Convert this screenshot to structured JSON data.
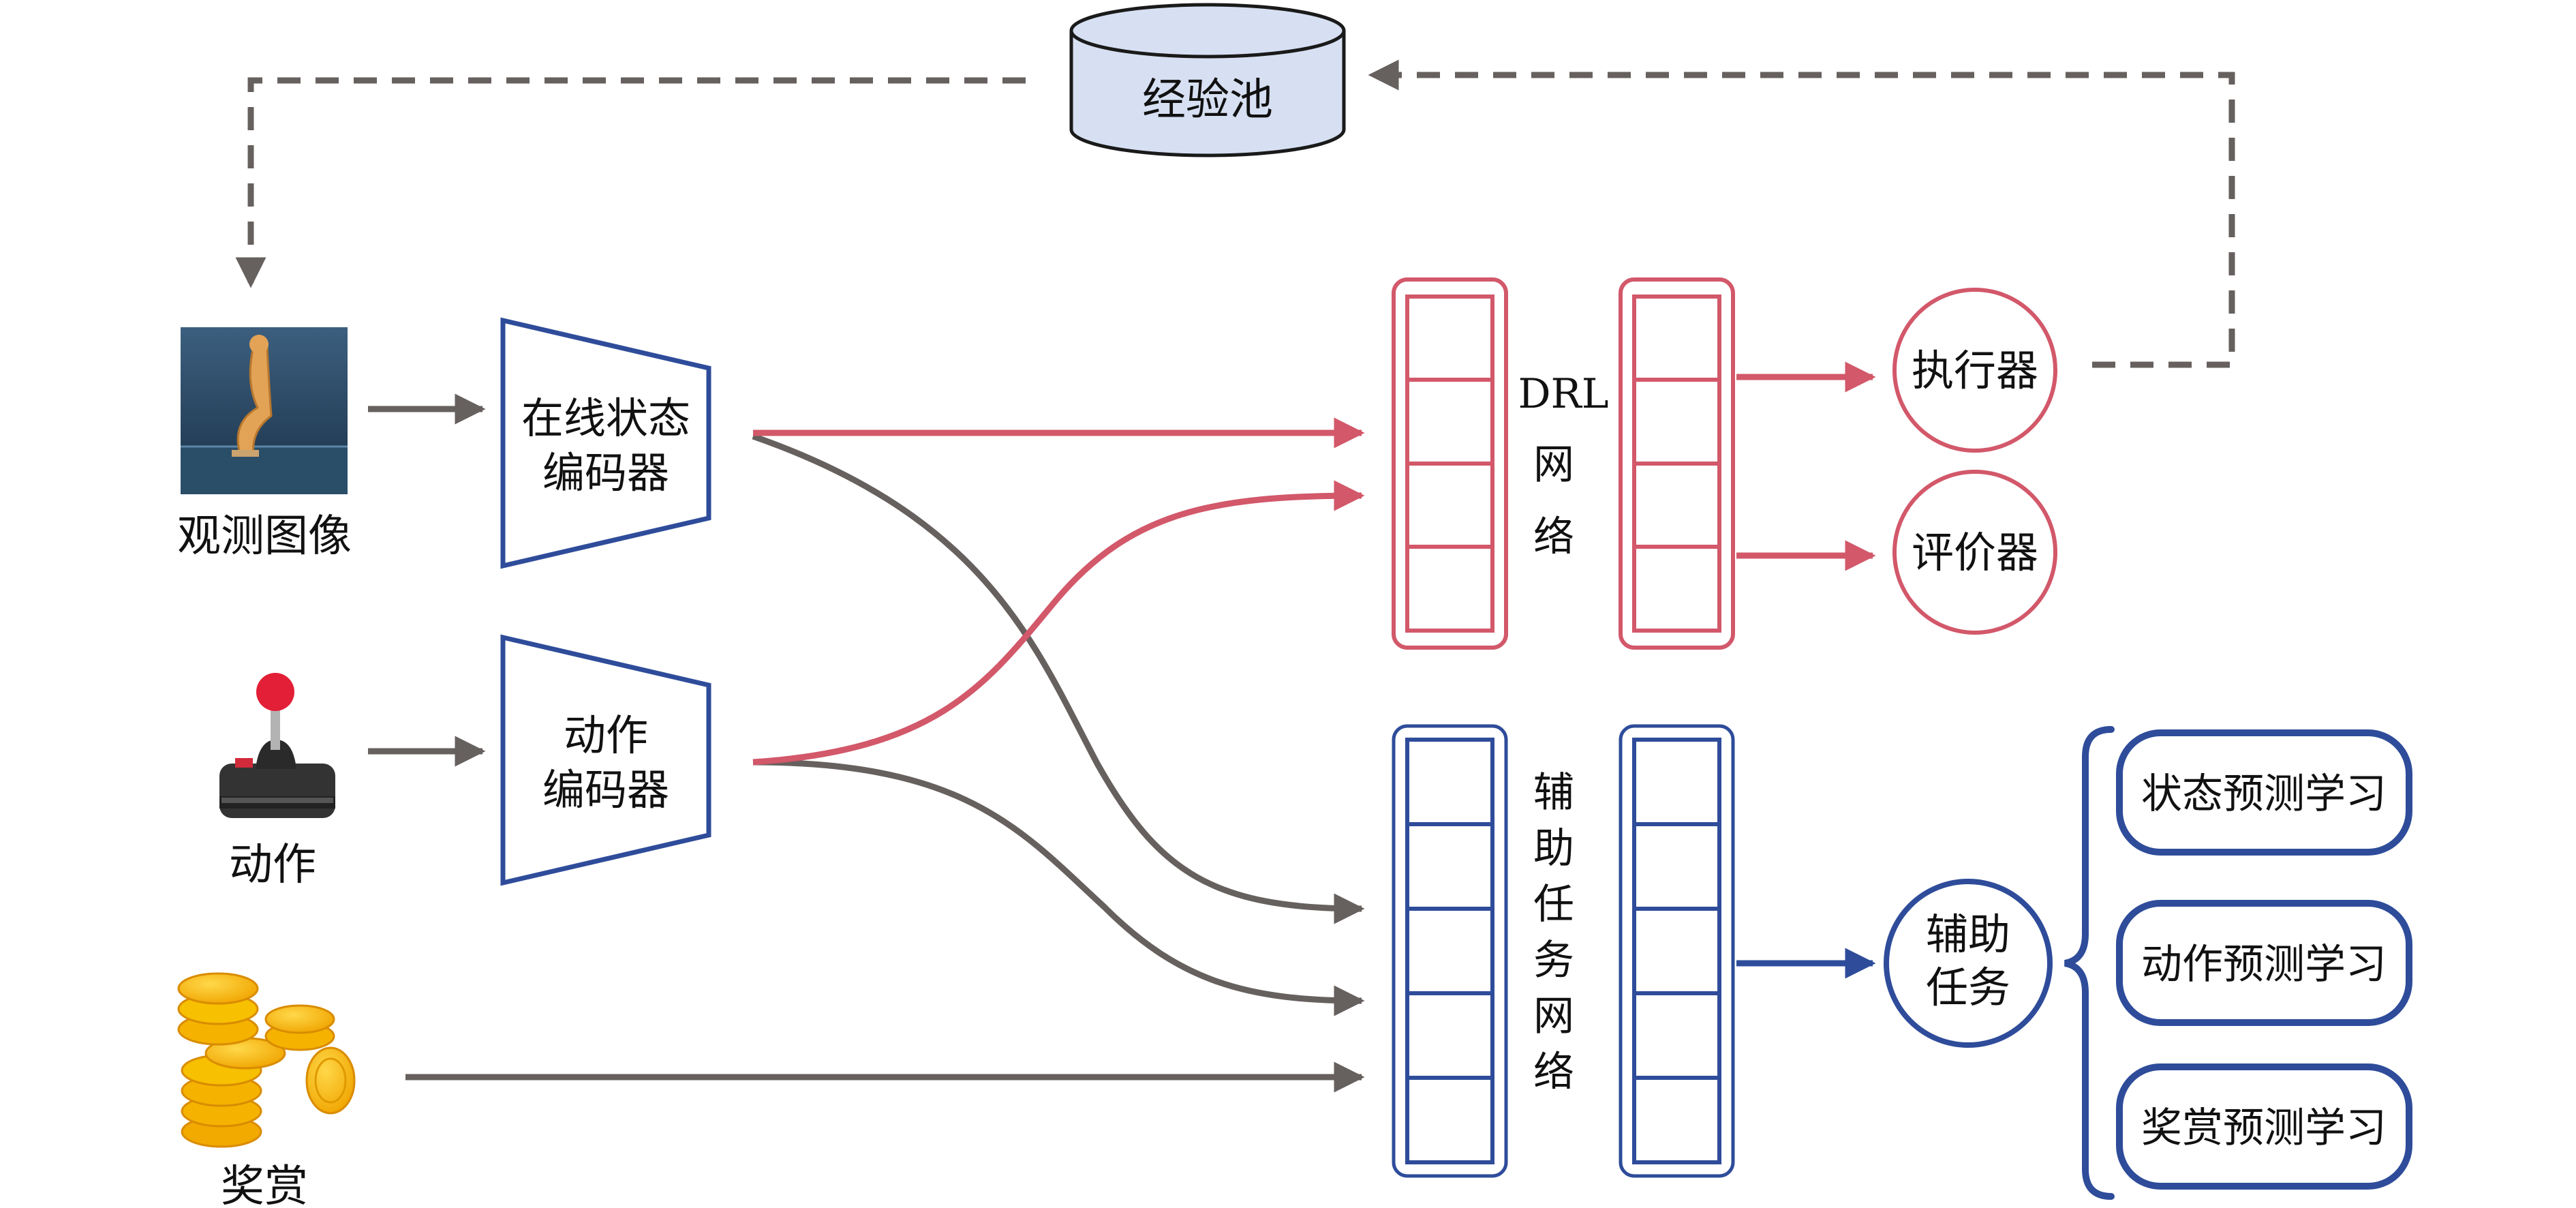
{
  "replay_buffer": {
    "label": "经验池"
  },
  "inputs": {
    "observation": {
      "label": "观测图像"
    },
    "action": {
      "label": "动作"
    },
    "reward": {
      "label": "奖赏"
    }
  },
  "encoders": {
    "state_encoder": {
      "line1": "在线状态",
      "line2": "编码器"
    },
    "action_encoder": {
      "line1": "动作",
      "line2": "编码器"
    }
  },
  "drl_network": {
    "line1": "DRL",
    "line2": "网",
    "line3": "络"
  },
  "aux_network": {
    "line1": "辅",
    "line2": "助",
    "line3": "任",
    "line4": "务",
    "line5": "网",
    "line6": "络"
  },
  "heads": {
    "actor": {
      "label": "执行器"
    },
    "critic": {
      "label": "评价器"
    },
    "aux_task": {
      "line1": "辅助",
      "line2": "任务"
    }
  },
  "aux_tasks": [
    {
      "label": "状态预测学习"
    },
    {
      "label": "动作预测学习"
    },
    {
      "label": "奖赏预测学习"
    }
  ],
  "colors": {
    "red": "#d2586a",
    "blue": "#2e4c9a",
    "gray": "#66605e",
    "cylinder_fill": "#d6e0f2"
  }
}
